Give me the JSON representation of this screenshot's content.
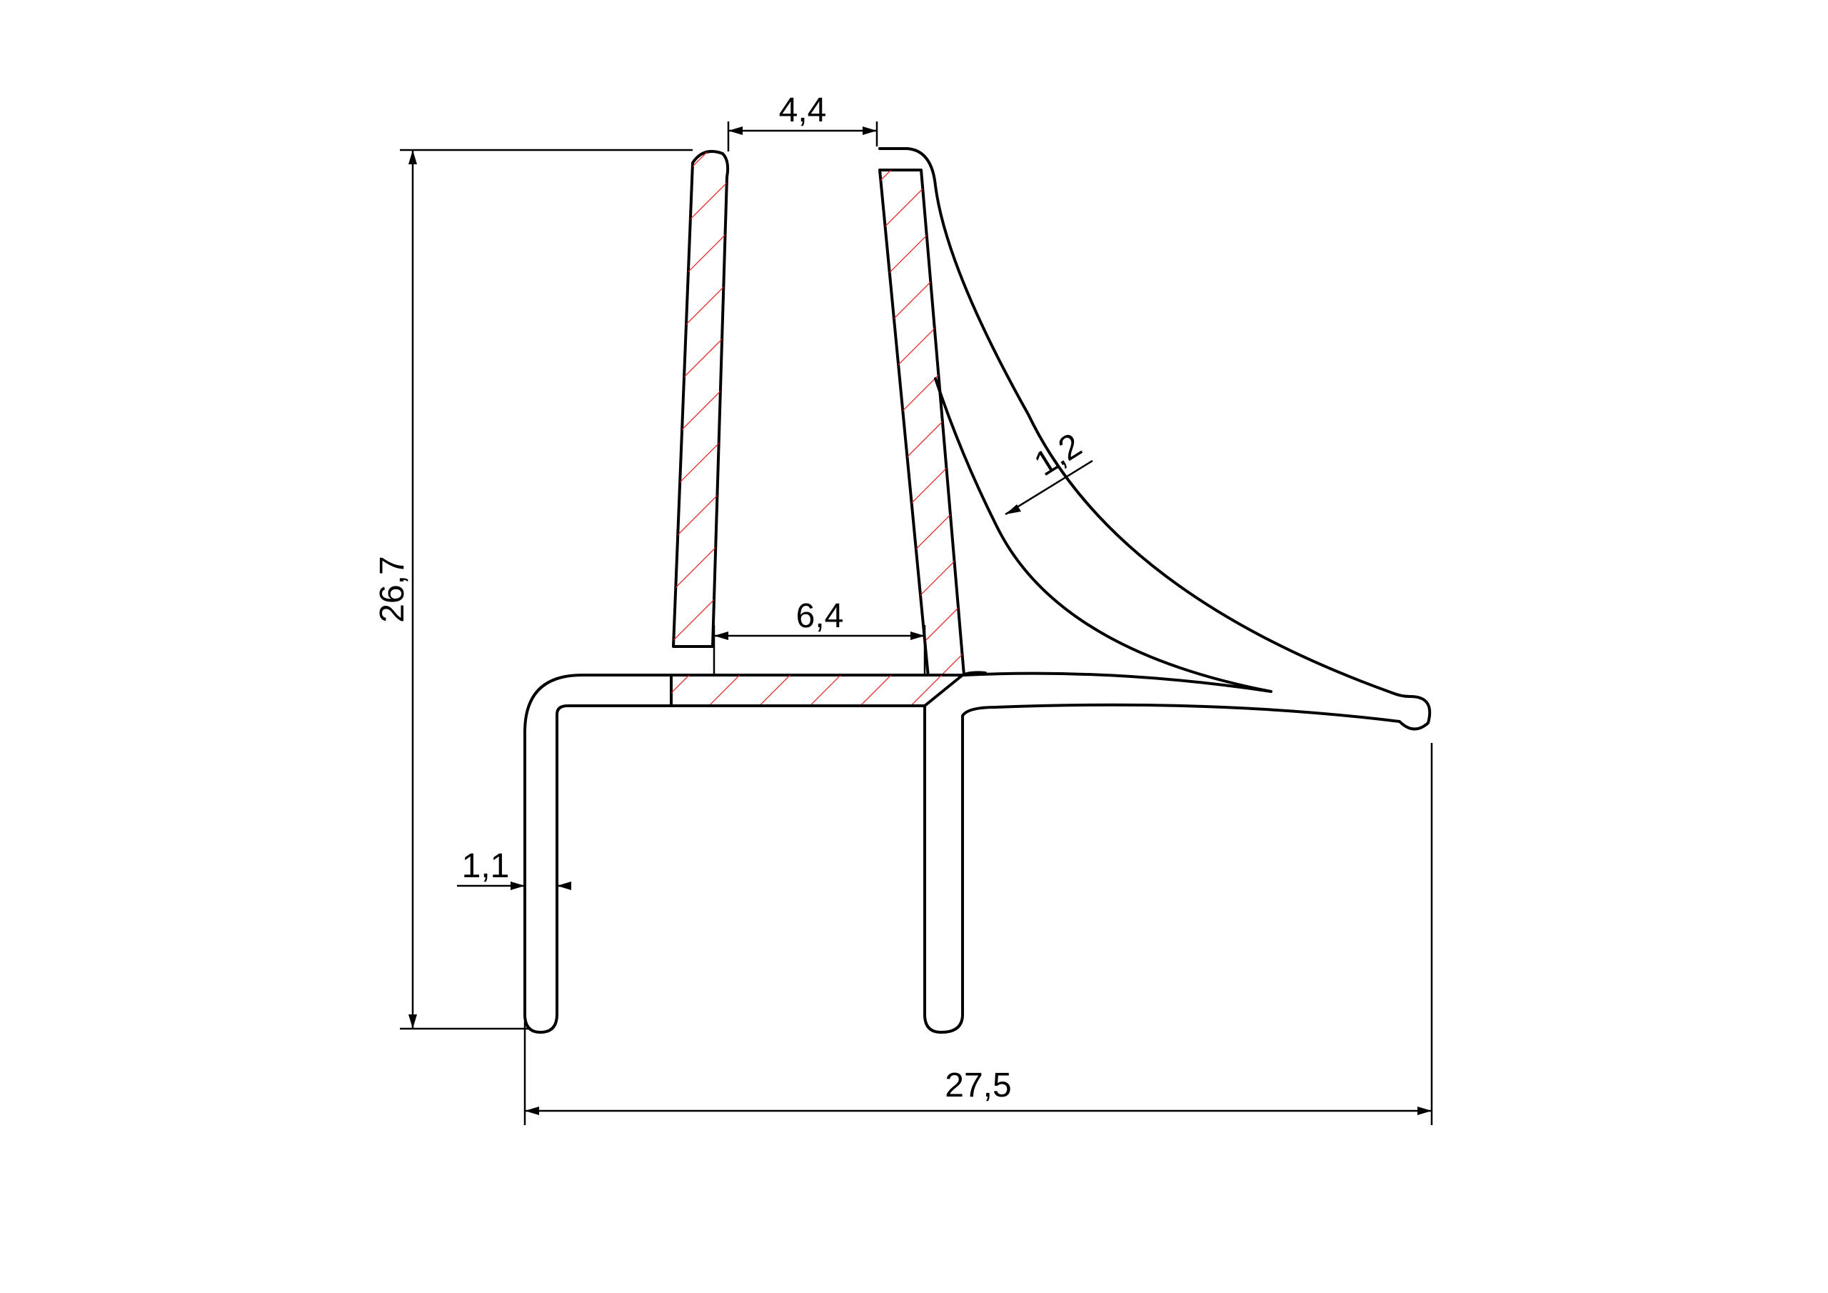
{
  "drawing": {
    "hatch_color": "#e02020",
    "line_color": "#000000",
    "dimensions": {
      "top_opening": "4,4",
      "inner_bottom_width": "6,4",
      "total_height": "26,7",
      "lip_thickness": "1,2",
      "leg_thickness": "1,1",
      "total_width": "27,5"
    }
  }
}
